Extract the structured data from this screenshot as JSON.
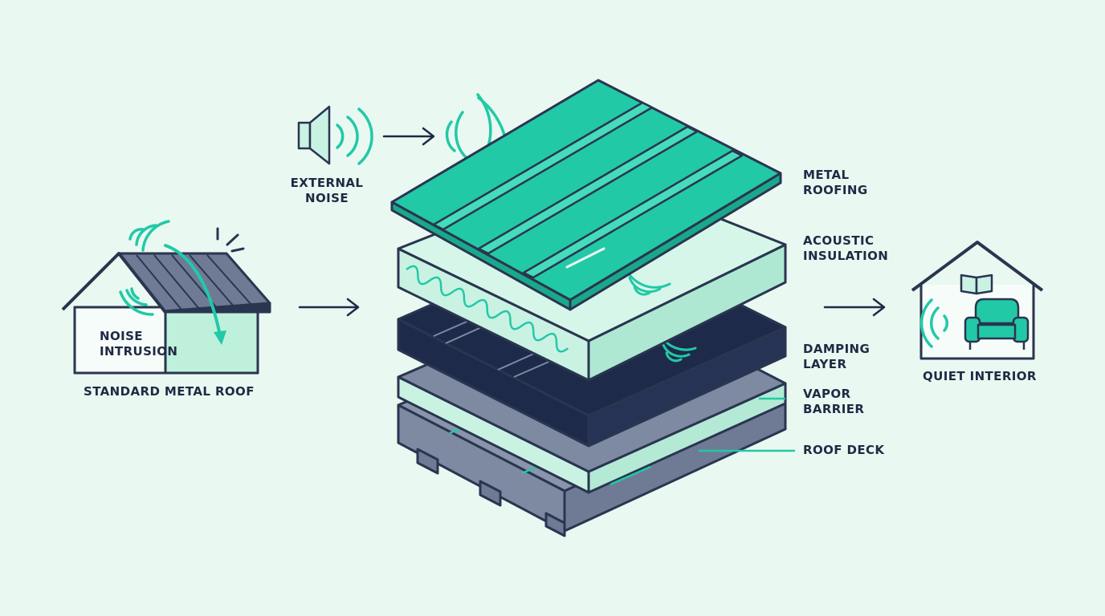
{
  "labels": {
    "external_noise": [
      "EXTERNAL",
      "NOISE"
    ],
    "noise_intrusion": [
      "NOISE",
      "INTRUSION"
    ],
    "standard_metal_roof": "STANDARD METAL ROOF",
    "quiet_interior": "QUIET INTERIOR"
  },
  "layers": [
    {
      "id": "metal-roofing",
      "lines": [
        "METAL",
        "ROOFING"
      ]
    },
    {
      "id": "acoustic-insulation",
      "lines": [
        "ACOUSTIC",
        "INSULATION"
      ]
    },
    {
      "id": "damping-layer",
      "lines": [
        "DAMPING",
        "LAYER"
      ]
    },
    {
      "id": "vapor-barrier",
      "lines": [
        "VAPOR",
        "BARRIER"
      ]
    },
    {
      "id": "roof-deck",
      "lines": [
        "ROOF DECK"
      ]
    }
  ],
  "colors": {
    "background": "#eaf8f2",
    "outline": "#2a3550",
    "teal": "#22c9a6",
    "mint": "#c9f2e3",
    "navy": "#1e2a4a",
    "slate": "#7e8aa2",
    "gray": "#6f7b94"
  }
}
